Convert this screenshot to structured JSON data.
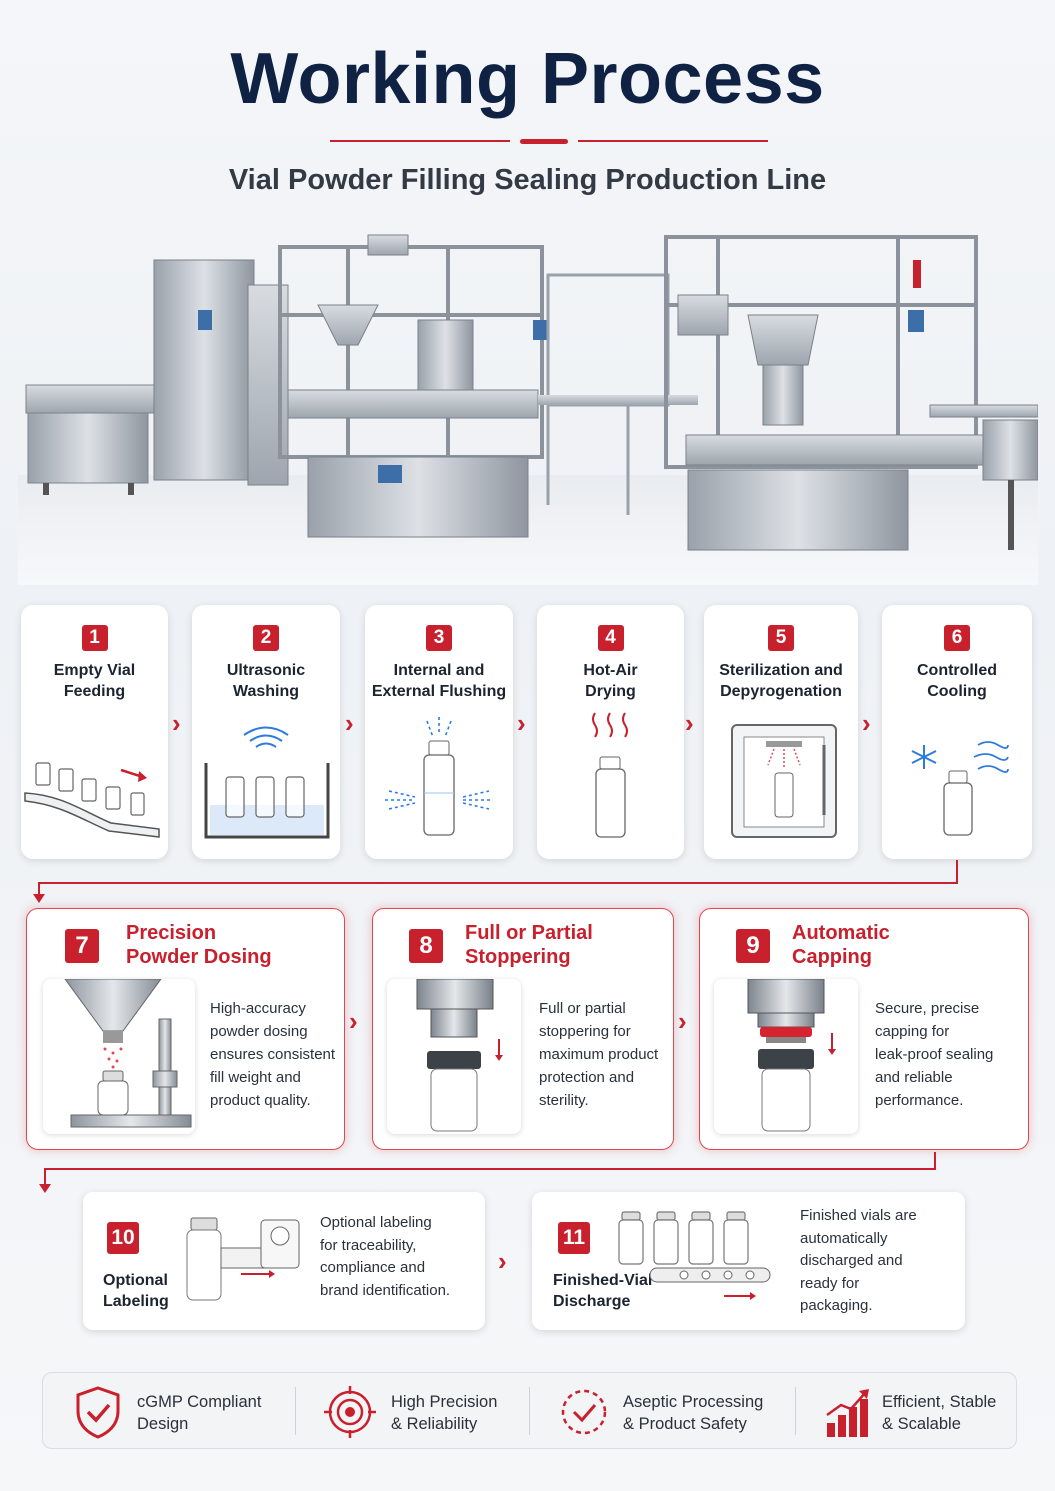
{
  "header": {
    "title": "Working Process",
    "subtitle": "Vial Powder Filling Sealing Production Line"
  },
  "steps_row1": [
    {
      "num": "1",
      "label_line1": "Empty Vial",
      "label_line2": "Feeding",
      "icon": "vial-conveyor-icon"
    },
    {
      "num": "2",
      "label_line1": "Ultrasonic",
      "label_line2": "Washing",
      "icon": "ultrasonic-bath-icon"
    },
    {
      "num": "3",
      "label_line1": "Internal and",
      "label_line2": "External Flushing",
      "icon": "flushing-vial-icon"
    },
    {
      "num": "4",
      "label_line1": "Hot-Air",
      "label_line2": "Drying",
      "icon": "hot-air-vial-icon"
    },
    {
      "num": "5",
      "label_line1": "Sterilization and",
      "label_line2": "Depyrogenation",
      "icon": "sterilization-oven-icon"
    },
    {
      "num": "6",
      "label_line1": "Controlled",
      "label_line2": "Cooling",
      "icon": "cooling-vial-icon"
    }
  ],
  "steps_row2": [
    {
      "num": "7",
      "head_line1": "Precision",
      "head_line2": "Powder Dosing",
      "desc": [
        "High-accuracy",
        "powder dosing",
        "ensures consistent",
        "fill weight and",
        "product quality."
      ],
      "icon": "powder-hopper-icon"
    },
    {
      "num": "8",
      "head_line1": "Full or Partial",
      "head_line2": "Stoppering",
      "desc": [
        "Full or partial",
        "stoppering for",
        "maximum product",
        "protection and",
        "sterility."
      ],
      "icon": "stopper-press-icon"
    },
    {
      "num": "9",
      "head_line1": "Automatic",
      "head_line2": "Capping",
      "desc": [
        "Secure, precise",
        "capping for",
        "leak-proof sealing",
        "and reliable",
        "performance."
      ],
      "icon": "capping-head-icon"
    }
  ],
  "steps_row3": [
    {
      "num": "10",
      "label_line1": "Optional",
      "label_line2": "Labeling",
      "desc": [
        "Optional labeling",
        "for traceability,",
        "compliance and",
        "brand identification."
      ],
      "icon": "labeling-machine-icon"
    },
    {
      "num": "11",
      "label_line1": "Finished-Vial",
      "label_line2": "Discharge",
      "desc": [
        "Finished vials are",
        "automatically",
        "discharged and",
        "ready for",
        "packaging."
      ],
      "icon": "vial-discharge-icon"
    }
  ],
  "features": [
    {
      "line1": "cGMP Compliant",
      "line2": "Design",
      "icon": "shield-check-icon"
    },
    {
      "line1": "High Precision",
      "line2": "& Reliability",
      "icon": "target-icon"
    },
    {
      "line1": "Aseptic Processing",
      "line2": "& Product Safety",
      "icon": "dashed-check-circle-icon"
    },
    {
      "line1": "Efficient, Stable",
      "line2": "& Scalable",
      "icon": "growth-chart-icon"
    }
  ],
  "colors": {
    "accent": "#c8202c",
    "title": "#0f2244",
    "steel": "#b8bec6"
  }
}
